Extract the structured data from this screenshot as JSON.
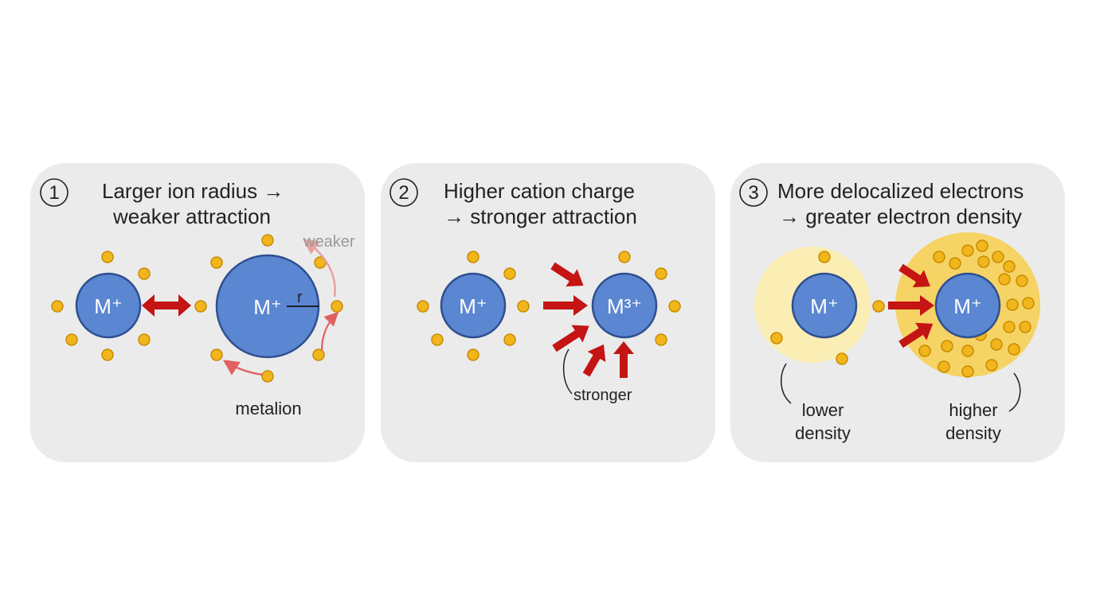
{
  "panels": [
    {
      "number": "1",
      "title_line1": "Larger ion radius →",
      "title_line2": "weaker attraction",
      "small_ion_label": "M⁺",
      "large_ion_label": "M⁺",
      "radius_label": "r",
      "weaker_label": "weaker",
      "bottom_label": "metalion"
    },
    {
      "number": "2",
      "title_line1": "Higher cation charge",
      "title_line2": "→ stronger attraction",
      "left_ion_label": "M⁺",
      "right_ion_label": "M³⁺",
      "stronger_label": "stronger"
    },
    {
      "number": "3",
      "title_line1": "More delocalized electrons",
      "title_line2": "→ greater electron density",
      "left_ion_label": "M⁺",
      "right_ion_label": "M⁺",
      "lower_line1": "lower",
      "lower_line2": "density",
      "higher_line1": "higher",
      "higher_line2": "density"
    }
  ],
  "colors": {
    "panel_bg": "#ebebeb",
    "ion_fill": "#5b86d1",
    "electron_fill": "#f2b61d",
    "arrow_red": "#c41414",
    "low_density_cloud": "#fbeeb5",
    "high_density_cloud": "#f6d365"
  }
}
